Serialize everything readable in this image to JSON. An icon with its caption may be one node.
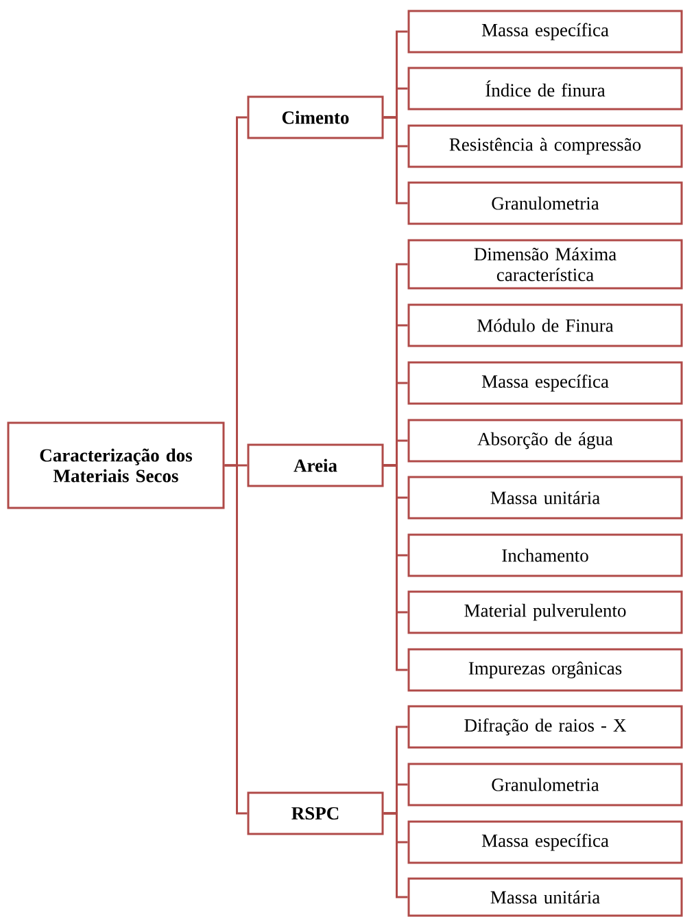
{
  "diagram": {
    "nodes": [
      {
        "text": [
          "Caracterização dos Materiais Secos"
        ]
      },
      {
        "text": [
          "Cimento"
        ]
      },
      {
        "text": [
          "Areia"
        ]
      },
      {
        "text": [
          "RSPC"
        ]
      },
      {
        "text": [
          "Massa específica"
        ]
      },
      {
        "text": [
          "Índice de finura"
        ]
      },
      {
        "text": [
          "Resistência à compressão"
        ]
      },
      {
        "text": [
          "Granulometria"
        ]
      },
      {
        "text": [
          "Dimensão Máxima característica"
        ]
      },
      {
        "text": [
          "Módulo de Finura"
        ]
      },
      {
        "text": [
          "Massa específica"
        ]
      },
      {
        "text": [
          "Absorção de água"
        ]
      },
      {
        "text": [
          "Massa unitária"
        ]
      },
      {
        "text": [
          "Inchamento"
        ]
      },
      {
        "text": [
          "Material pulverulento"
        ]
      },
      {
        "text": [
          "Impurezas orgânicas"
        ]
      },
      {
        "text": [
          "Difração de raios - X"
        ]
      },
      {
        "text": [
          "Granulometria"
        ]
      },
      {
        "text": [
          "Massa específica"
        ]
      },
      {
        "text": [
          "Massa unitária"
        ]
      }
    ],
    "edges": [
      {
        "from": 0,
        "to": 1,
        "arrow": "none"
      },
      {
        "from": 0,
        "to": 2,
        "arrow": "none"
      },
      {
        "from": 0,
        "to": 3,
        "arrow": "none"
      },
      {
        "from": 1,
        "to": 4,
        "arrow": "none"
      },
      {
        "from": 1,
        "to": 5,
        "arrow": "none"
      },
      {
        "from": 1,
        "to": 6,
        "arrow": "none"
      },
      {
        "from": 1,
        "to": 7,
        "arrow": "none"
      },
      {
        "from": 2,
        "to": 8,
        "arrow": "none"
      },
      {
        "from": 2,
        "to": 9,
        "arrow": "none"
      },
      {
        "from": 2,
        "to": 10,
        "arrow": "none"
      },
      {
        "from": 2,
        "to": 11,
        "arrow": "none"
      },
      {
        "from": 2,
        "to": 12,
        "arrow": "none"
      },
      {
        "from": 2,
        "to": 13,
        "arrow": "none"
      },
      {
        "from": 2,
        "to": 14,
        "arrow": "none"
      },
      {
        "from": 2,
        "to": 15,
        "arrow": "none"
      },
      {
        "from": 3,
        "to": 16,
        "arrow": "none"
      },
      {
        "from": 3,
        "to": 17,
        "arrow": "none"
      },
      {
        "from": 3,
        "to": 18,
        "arrow": "none"
      },
      {
        "from": 3,
        "to": 19,
        "arrow": "none"
      }
    ]
  }
}
